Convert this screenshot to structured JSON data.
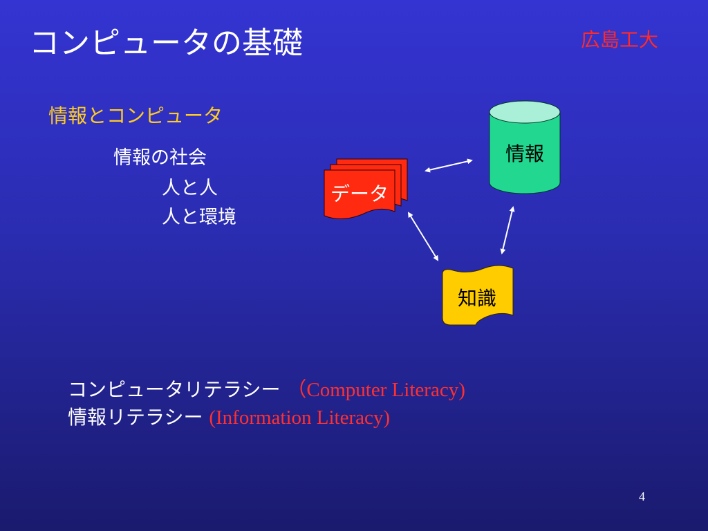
{
  "slide": {
    "title": "コンピュータの基礎",
    "affiliation": "広島工大",
    "subheading": "情報とコンピュータ",
    "lines": [
      "情報の社会",
      "人と人",
      "人と環境"
    ],
    "bottom": {
      "line1_ja": "コンピュータリテラシー",
      "line1_en": "（Computer Literacy)",
      "line2_ja": "情報リテラシー",
      "line2_en": "(Information Literacy)"
    },
    "page_number": "4"
  },
  "diagram": {
    "data_label": "データ",
    "info_label": "情報",
    "knowledge_label": "知識",
    "colors": {
      "data_fill": "#ff2a10",
      "info_fill": "#22d890",
      "info_top": "#aaf0d8",
      "knowledge_fill": "#ffcc00"
    }
  }
}
